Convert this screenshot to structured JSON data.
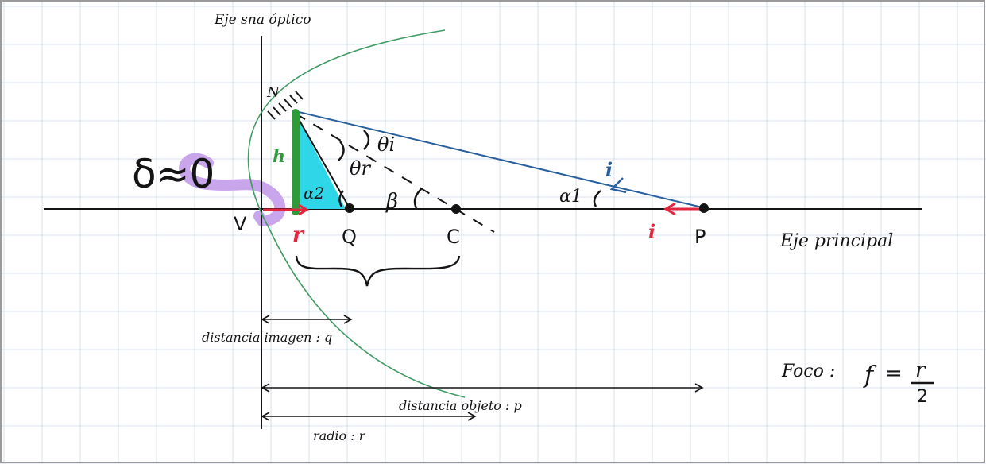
{
  "colors": {
    "grid": "#d6e0ec",
    "ink": "#141414",
    "mirror": "#3f9a63",
    "ray": "#2a5f9e",
    "red": "#e2263e",
    "cyan": "#2fd6e8",
    "green": "#2e9a3a",
    "lavender": "#c9a6ec",
    "frame": "#9a9a9a"
  },
  "labels": {
    "optical_axis": "Eje sna óptico",
    "main_axis": "Eje principal",
    "v": "V",
    "q": "Q",
    "c": "C",
    "p": "P",
    "r_small": "r",
    "n": "N",
    "h": "h",
    "delta": "δ≈0",
    "theta_i": "θi",
    "theta_r": "θr",
    "beta": "β",
    "alpha1": "α1",
    "alpha2": "α2",
    "i_blue": "i",
    "i_red": "i",
    "dist_imagen": "distancia imagen : q",
    "dist_objeto": "distancia objeto : p",
    "radio": "radio : r",
    "foco": "Foco :",
    "f": "f",
    "eq": "=",
    "frac_num": "r",
    "frac_den": "2"
  }
}
